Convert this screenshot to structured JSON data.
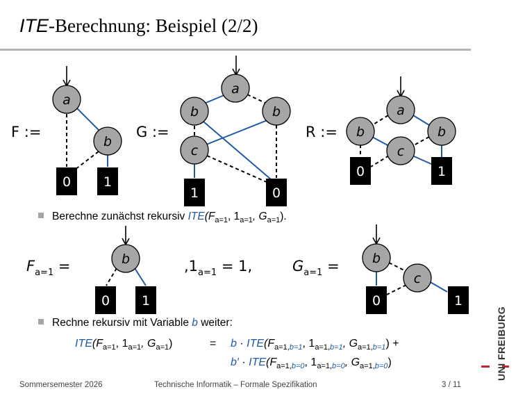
{
  "slide": {
    "title_prefix": "ITE",
    "title_rest": "-Berechnung: Beispiel (2/2)"
  },
  "graphs": {
    "F_label": "F :=",
    "G_label": "G :=",
    "R_label": "R :=",
    "node_a": "a",
    "node_b": "b",
    "node_c": "c",
    "term_0": "0",
    "term_1": "1"
  },
  "bullets": [
    {
      "text_prefix": "Berechne zunächst rekursiv ",
      "fn": "ITE",
      "args": "(F",
      "sub1": "a=1",
      "mid": ", 1",
      "sub2": "a=1",
      "mid2": ", G",
      "sub3": "a=1",
      "suffix": ")."
    },
    {
      "text_prefix": "Rechne rekursiv mit Variable ",
      "var": "b",
      "suffix": " weiter:"
    }
  ],
  "restrictions": {
    "F_name": "F",
    "F_sub": "a=1",
    "F_eq": " =",
    "one_prefix": ",1",
    "one_sub": "a=1",
    "one_eq": " = 1,",
    "G_name": "G",
    "G_sub": "a=1",
    "G_eq": " ="
  },
  "equation": {
    "lhs_fn": "ITE",
    "lhs_args": "(F",
    "lhs_sub1": "a=1",
    "lhs_mid": ", 1",
    "lhs_sub2": "a=1",
    "lhs_mid2": ", G",
    "lhs_sub3": "a=1",
    "lhs_end": ")",
    "equals": "=",
    "line1_var": "b",
    "line1_dot": " · ",
    "line1_fn": "ITE",
    "line1_a": "(F",
    "line1_s1": "a=1,",
    "line1_s1b": "b=1",
    "line1_b": ", 1",
    "line1_s2": "a=1,",
    "line1_s2b": "b=1",
    "line1_c": ", G",
    "line1_s3": "a=1,",
    "line1_s3b": "b=1",
    "line1_end": ")  +",
    "line2_var": "b′",
    "line2_dot": " · ",
    "line2_fn": "ITE",
    "line2_a": "(F",
    "line2_s1": "a=1,",
    "line2_s1b": "b=0",
    "line2_b": ", 1",
    "line2_s2": "a=1,",
    "line2_s2b": "b=0",
    "line2_c": ", G",
    "line2_s3": "a=1,",
    "line2_s3b": "b=0",
    "line2_end": ")"
  },
  "footer": {
    "semester": "Sommersemester 2026",
    "course": "Technische Informatik – Formale Spezifikation",
    "page": "3 / 11"
  },
  "logo": {
    "text": "UNI FREIBURG"
  },
  "colors": {
    "accent_blue": "#1f5aa6",
    "node_gray": "#a6a6a6",
    "logo_red": "#c1272d"
  }
}
